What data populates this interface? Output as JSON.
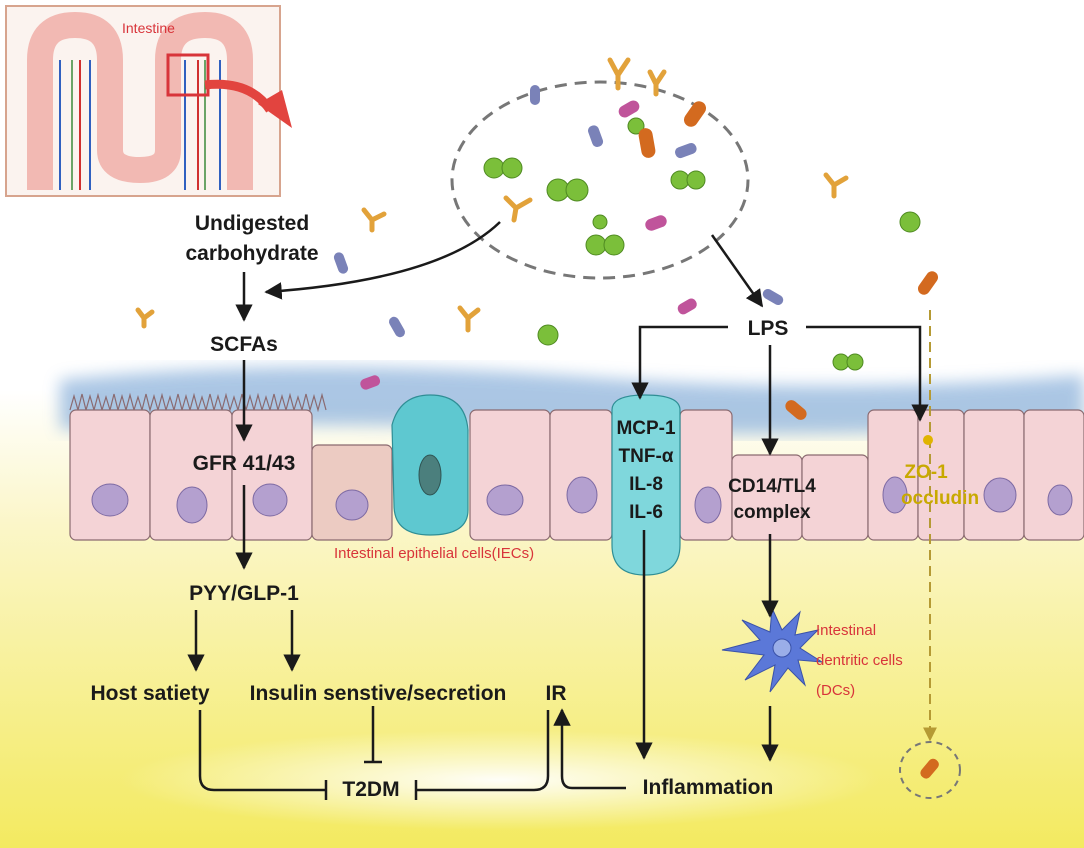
{
  "inset": {
    "title": "Intestine"
  },
  "labels": {
    "undigested": "Undigested",
    "carbohydrate": "carbohydrate",
    "scfas": "SCFAs",
    "gfr": "GFR 41/43",
    "pyy": "PYY/GLP-1",
    "host_satiety": "Host satiety",
    "insulin": "Insulin senstive/secretion",
    "ir": "IR",
    "t2dm": "T2DM",
    "inflammation": "Inflammation",
    "lps": "LPS",
    "mcp1": "MCP-1",
    "tnfa": "TNF-α",
    "il8": "IL-8",
    "il6": "IL-6",
    "cd14": "CD14/TL4",
    "complex": "complex",
    "zo1": "ZO-1",
    "occludin": "occludin",
    "iecs": "Intestinal epithelial cells(IECs)",
    "dc_line1": "Intestinal",
    "dc_line2": "dentritic cells",
    "dc_line3": "(DCs)"
  },
  "colors": {
    "epithelium": "#f4d3d6",
    "goblet": "#5ec8d0",
    "mucus": "#8fb4dc",
    "background_bottom": "#f3ea60",
    "accent_red": "#d8343a",
    "tight_junction": "#c8a900",
    "bacteria_green": "#7bbf3a",
    "bacteria_orange": "#d36a1f",
    "bacteria_purple": "#c0549b",
    "bacteria_blue": "#7a82b8",
    "dendritic_cell": "#5b78d8"
  }
}
